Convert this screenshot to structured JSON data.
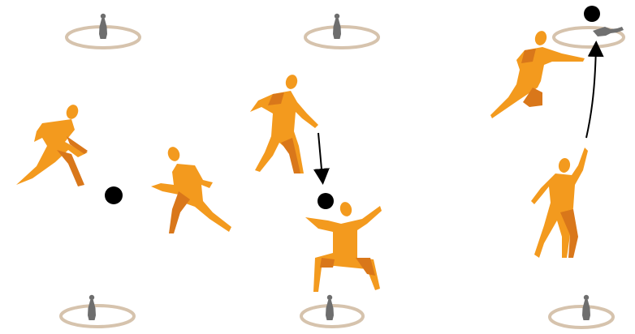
{
  "colors": {
    "background": "#ffffff",
    "ring": "#d6c3ad",
    "pin": "#6e6e6e",
    "pin_fallen": "#707070",
    "player": "#f39a1e",
    "player_shade": "#d9771a",
    "ball": "#000000",
    "arrow": "#000000"
  },
  "panels": [
    {
      "id": "panel-1",
      "pins": [
        "standing-top",
        "standing-bottom"
      ],
      "players": [
        "runner-left",
        "runner-right"
      ],
      "ball": "on-ground",
      "arrow": "none"
    },
    {
      "id": "panel-2",
      "pins": [
        "standing-top",
        "standing-bottom"
      ],
      "players": [
        "thrower",
        "catcher"
      ],
      "ball": "in-air",
      "arrow": "down-to-catcher"
    },
    {
      "id": "panel-3",
      "pins": [
        "knocked-top",
        "standing-bottom"
      ],
      "players": [
        "diver",
        "thrower-up"
      ],
      "ball": "in-air",
      "arrow": "up-to-pin"
    }
  ],
  "icons": [
    "bowling-pin-icon",
    "target-ring-icon",
    "player-figure-icon",
    "ball-icon",
    "arrow-icon"
  ]
}
